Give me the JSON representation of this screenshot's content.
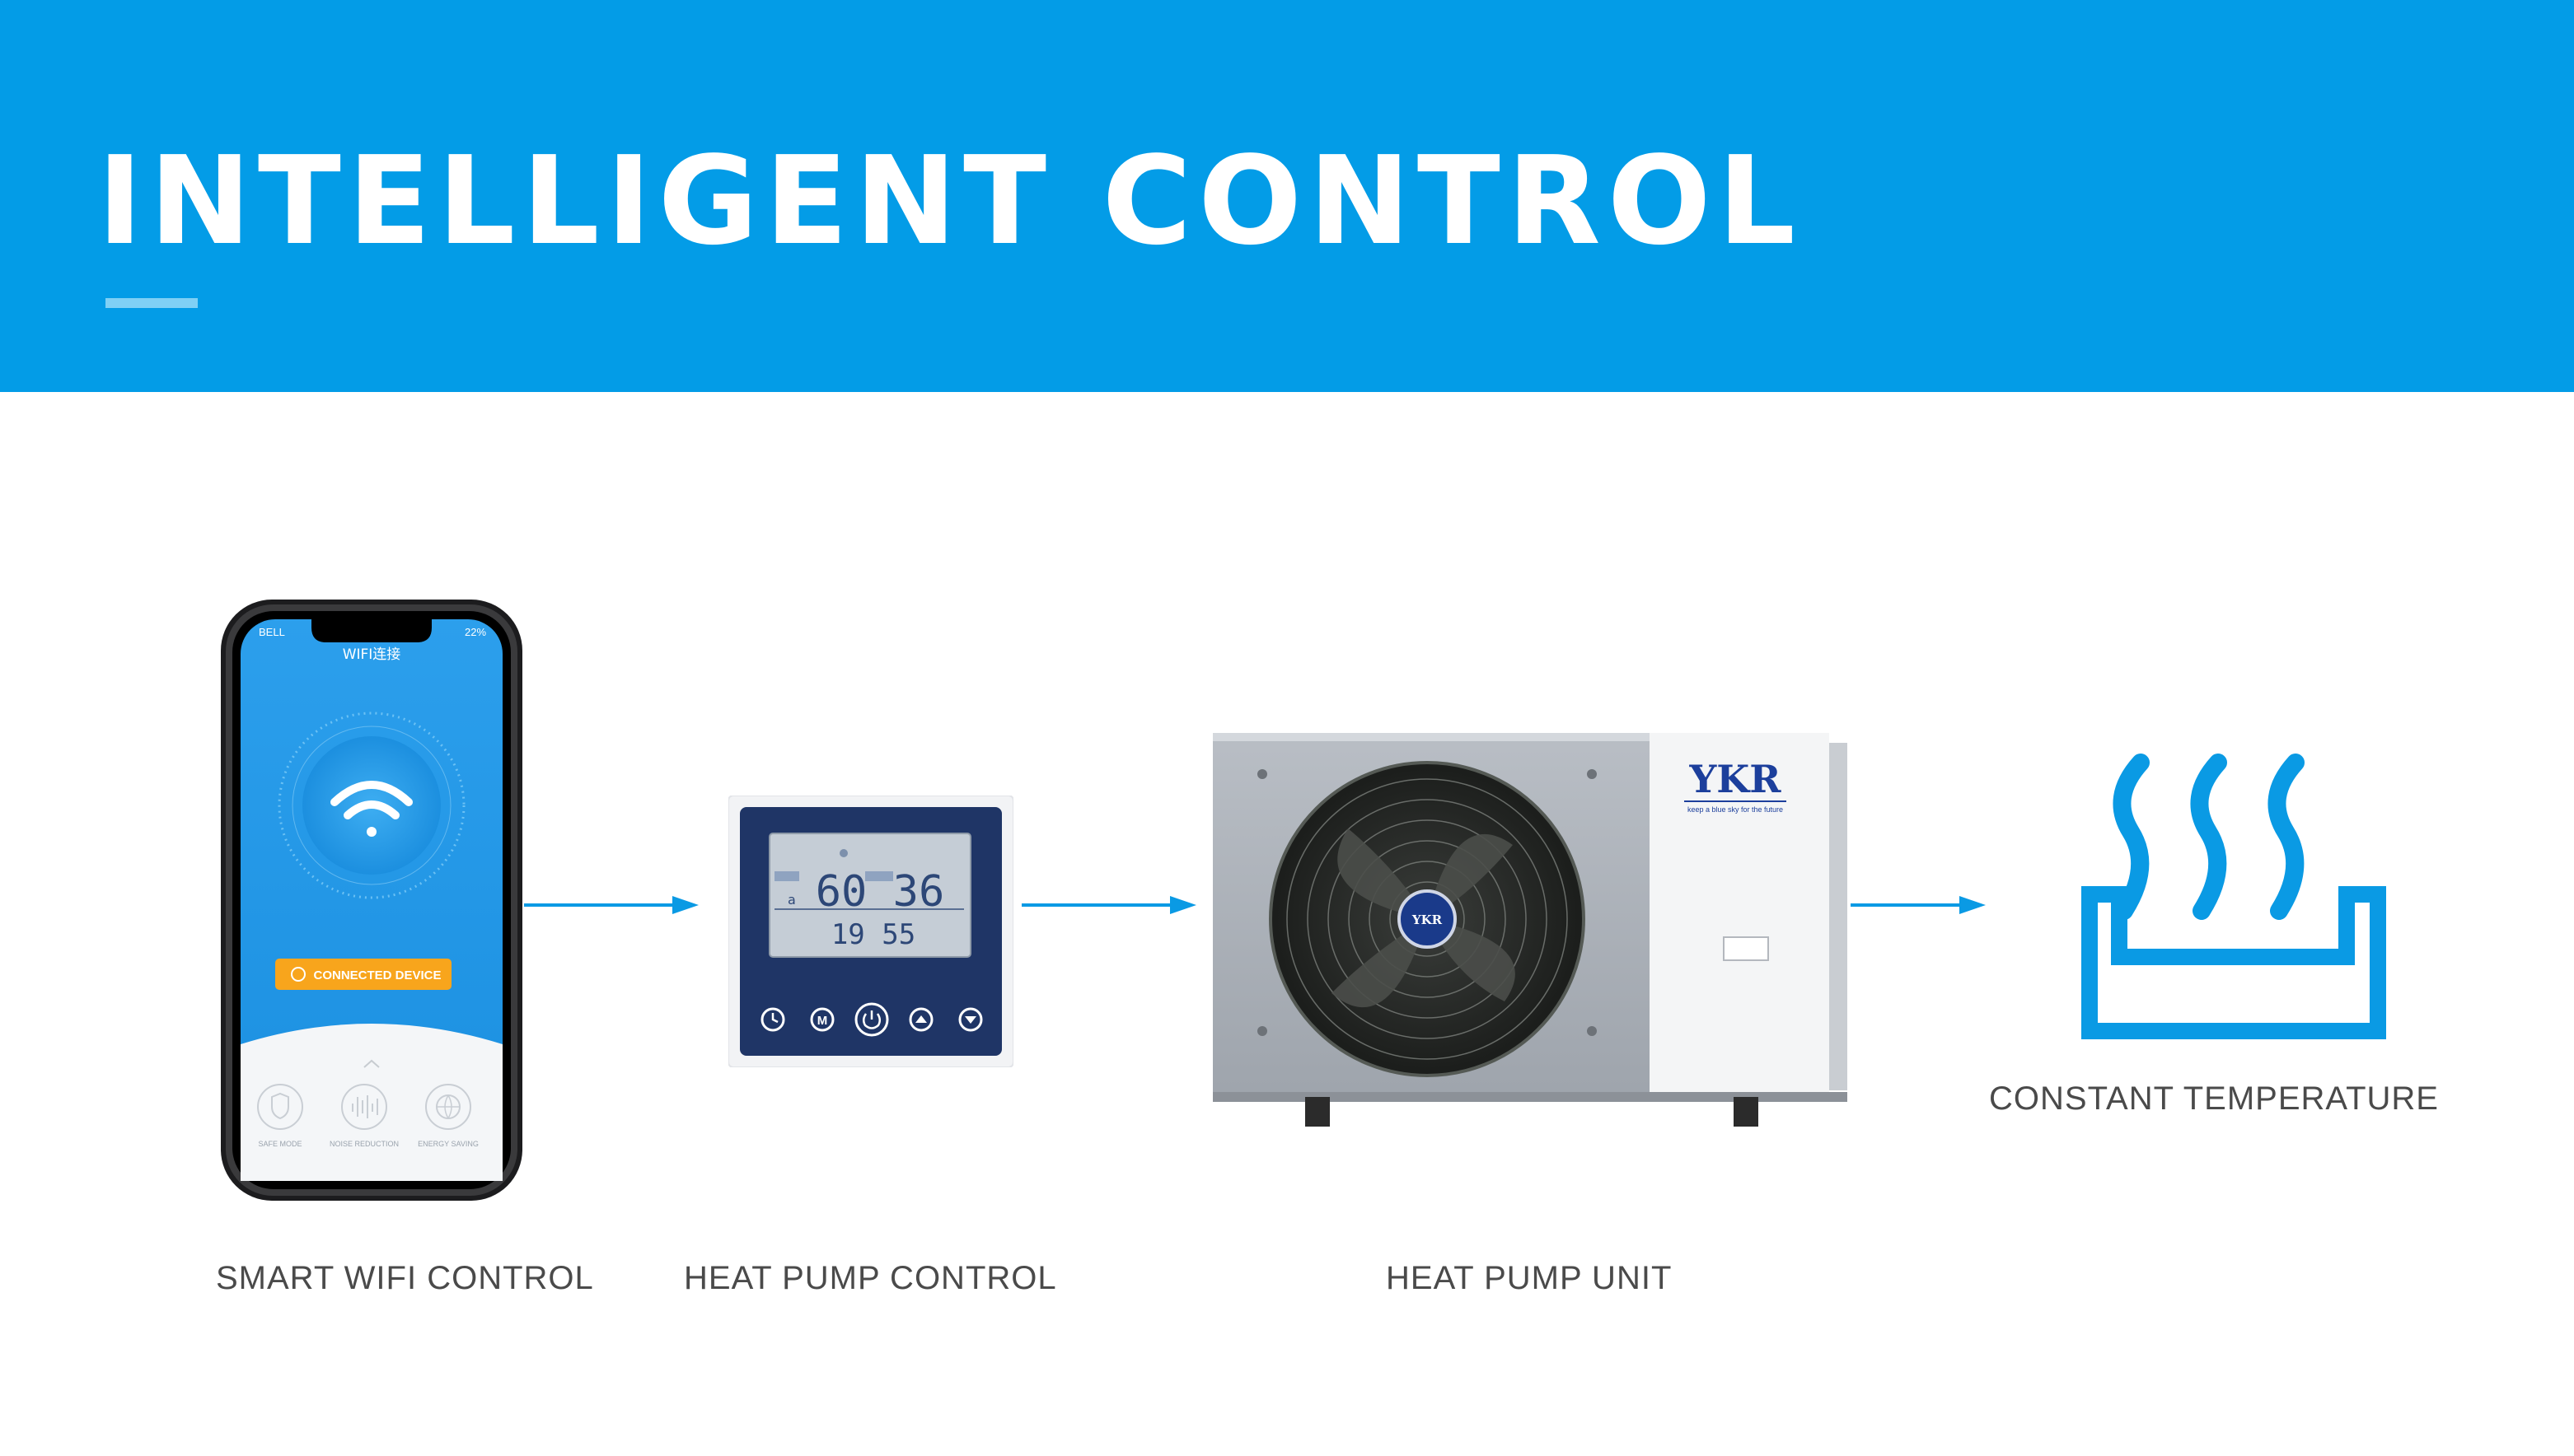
{
  "header": {
    "title": "INTELLIGENT CONTROL"
  },
  "phone": {
    "status_carrier": "BELL",
    "status_battery": "22%",
    "app_title": "WIFI连接",
    "connected_label": "CONNECTED DEVICE",
    "features": [
      "SAFE MODE",
      "NOISE REDUCTION",
      "ENERGY SAVING"
    ]
  },
  "controller": {
    "display_main": "60 36",
    "display_sub": "19 55",
    "buttons": [
      "clock-icon",
      "mode-icon",
      "power-icon",
      "up-icon",
      "down-icon"
    ]
  },
  "unit": {
    "brand": "YKR",
    "slogan": "keep a blue sky for the future",
    "fan_badge": "YKR"
  },
  "captions": {
    "wifi": "SMART WIFI CONTROL",
    "controller": "HEAT PUMP CONTROL",
    "unit": "HEAT PUMP UNIT",
    "temperature": "CONSTANT TEMPERATURE"
  },
  "colors": {
    "header": "#039ce7",
    "accent": "#0a9ae4",
    "button": "#f8a51c"
  }
}
